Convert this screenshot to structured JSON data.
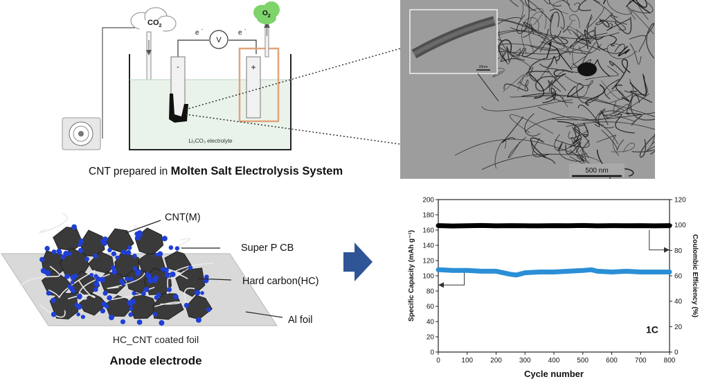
{
  "electrolysis": {
    "gas_in_label": "CO",
    "gas_in_sub": "2",
    "gas_out_label": "O",
    "gas_out_sub": "2",
    "voltmeter_label": "V",
    "electron_left": "e",
    "electron_right": "e",
    "cathode_sign": "-",
    "anode_sign": "+",
    "electrolyte_label": "Li₂CO₃ electrolyte",
    "caption_prefix": "CNT prepared in ",
    "caption_bold": "Molten Salt Electrolysis System"
  },
  "tem": {
    "inset_scale": "20nm",
    "scale_bar_label": "500 nm"
  },
  "anode": {
    "labels": [
      "CNT(M)",
      "Super P CB",
      "Hard carbon(HC)",
      "Al foil"
    ],
    "caption": "HC_CNT coated foil",
    "title": "Anode electrode",
    "colors": {
      "particle": "#3a3a3a",
      "dot": "#1f3fd6",
      "foil": "#d9d9d9"
    }
  },
  "arrow": {
    "color": "#2f5597"
  },
  "chart_data": {
    "type": "scatter",
    "xlabel": "Cycle number",
    "ylabel": "Specific Capacity (mAh g⁻¹)",
    "y2label": "Coulombic Efficiency (%)",
    "xlim": [
      0,
      800
    ],
    "ylim": [
      0,
      200
    ],
    "y2lim": [
      0,
      120
    ],
    "x_ticks": [
      0,
      100,
      200,
      300,
      400,
      500,
      600,
      700,
      800
    ],
    "y_ticks": [
      0,
      20,
      40,
      60,
      80,
      100,
      120,
      140,
      160,
      180,
      200
    ],
    "y2_ticks": [
      0,
      20,
      40,
      60,
      80,
      100,
      120
    ],
    "annotation": "1C",
    "grid": false,
    "series": [
      {
        "axis": "right",
        "color": "#000000",
        "x": [
          0,
          50,
          100,
          150,
          200,
          250,
          300,
          350,
          400,
          450,
          500,
          550,
          600,
          650,
          700,
          750,
          800
        ],
        "values": [
          99.5,
          99.2,
          99.4,
          99.6,
          99.3,
          99.5,
          99.4,
          99.3,
          99.5,
          99.4,
          99.6,
          99.3,
          99.5,
          99.4,
          99.5,
          99.3,
          99.5
        ]
      },
      {
        "axis": "left",
        "color": "#2b8fd6",
        "x": [
          0,
          50,
          100,
          150,
          200,
          250,
          270,
          300,
          350,
          400,
          450,
          500,
          530,
          550,
          600,
          650,
          700,
          750,
          800
        ],
        "values": [
          108,
          107,
          107,
          106,
          106,
          102,
          101,
          104,
          105,
          105,
          106,
          107,
          108,
          106,
          105,
          106,
          105,
          105,
          105
        ]
      }
    ]
  }
}
